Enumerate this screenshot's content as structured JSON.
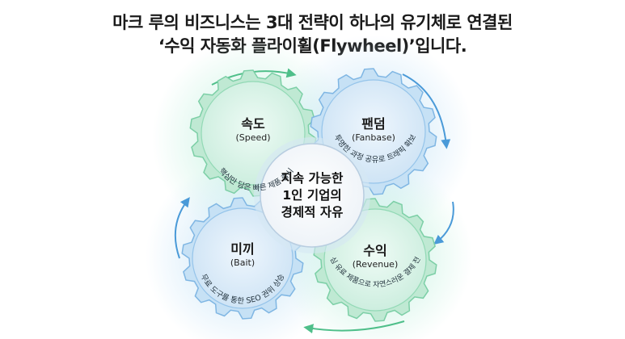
{
  "headline": {
    "line1": "마크 루의 비즈니스는 3대 전략이 하나의 유기체로 연결된",
    "line2": "‘수익 자동화 플라이휠(Flywheel)’입니다."
  },
  "center": {
    "line1": "지속 가능한",
    "line2": "1인 기업의",
    "line3": "경제적 자유"
  },
  "gears": [
    {
      "title": "속도",
      "sub": "(Speed)",
      "caption": "핵심만 담은 빠른 제품 출시",
      "color": "#5cc99a"
    },
    {
      "title": "팬덤",
      "sub": "(Fanbase)",
      "caption": "투명한 과정 공유로 트래픽 확보",
      "color": "#5aa6dc"
    },
    {
      "title": "미끼",
      "sub": "(Bait)",
      "caption": "무료 도구를 통한 SEO 권위 상승",
      "color": "#5aa6dc"
    },
    {
      "title": "수익",
      "sub": "(Revenue)",
      "caption": "핵심 유료 제품으로 자연스러운 결제 전환",
      "color": "#5cc99a"
    }
  ]
}
